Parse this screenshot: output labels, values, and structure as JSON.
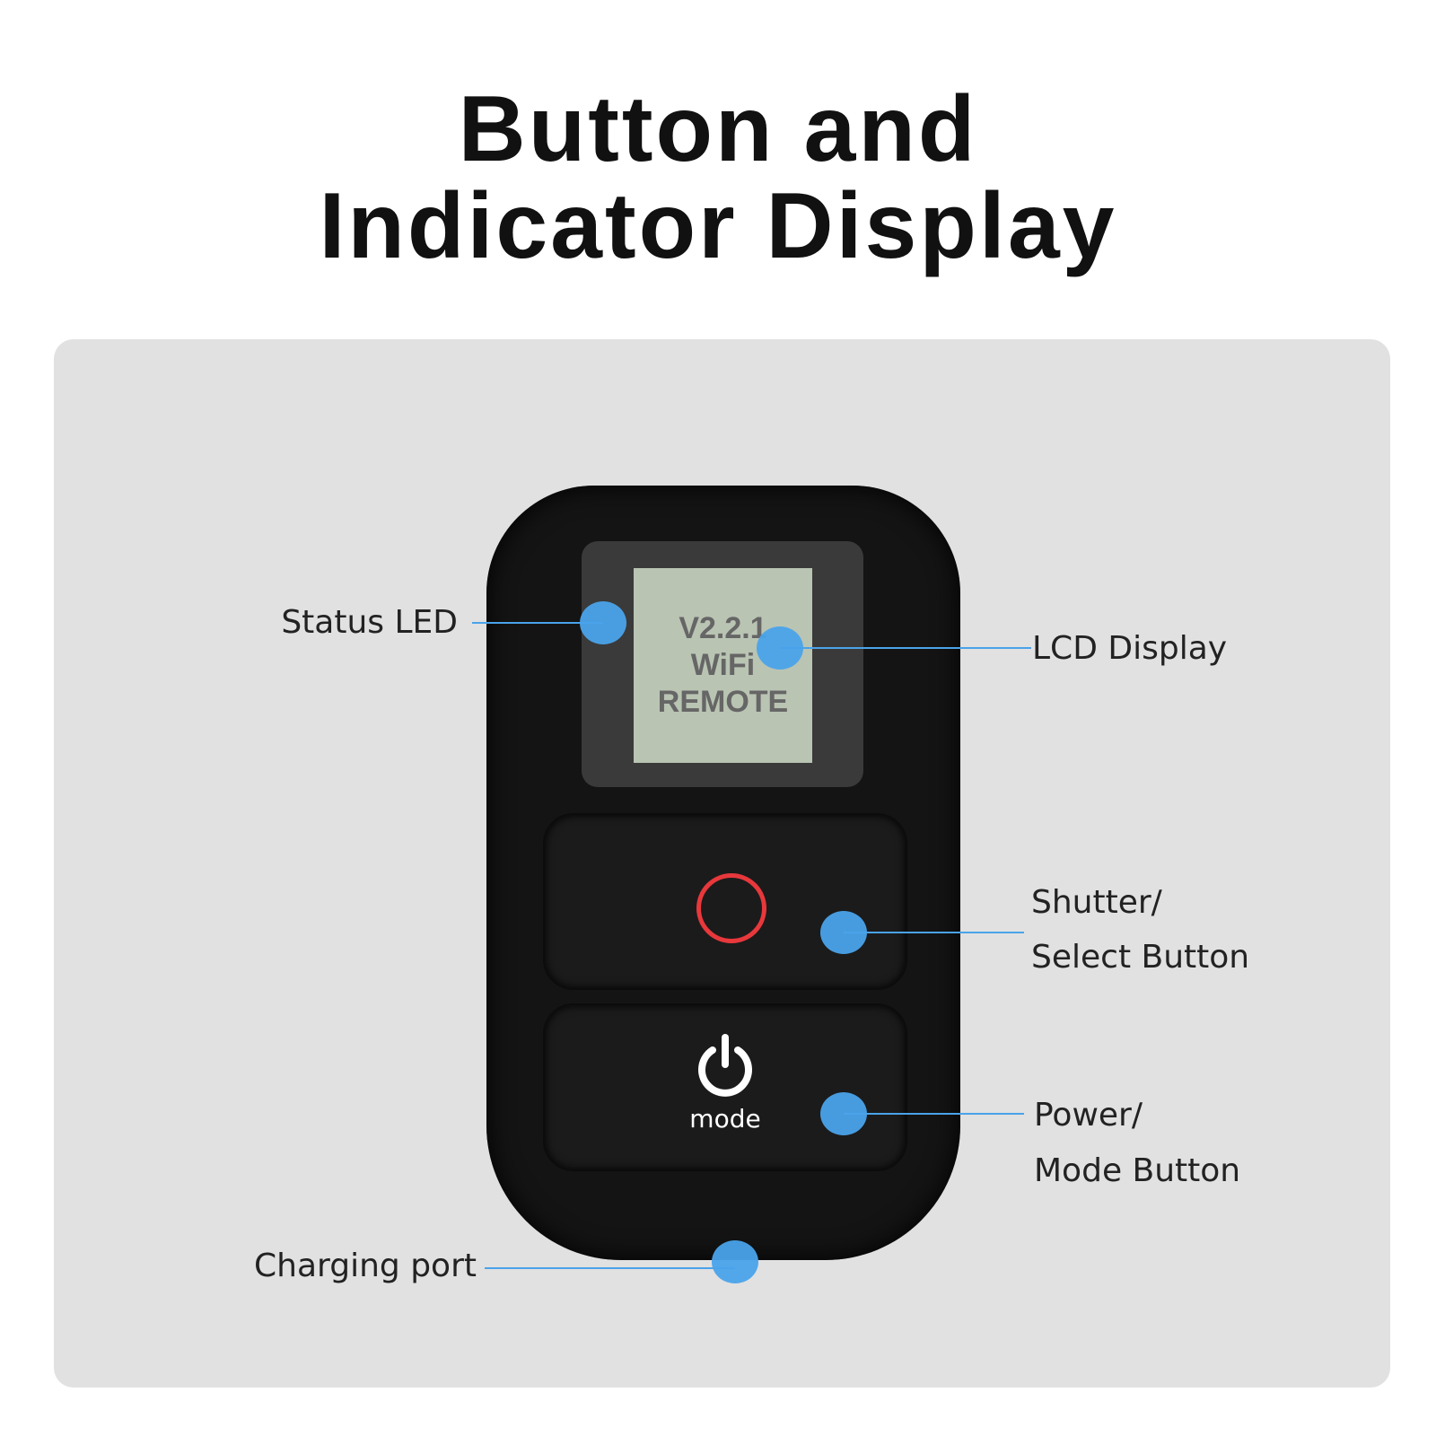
{
  "title": {
    "line1": "Button and",
    "line2": "Indicator Display"
  },
  "lcd": {
    "line1": "V2.2.1",
    "line2": "WiFi",
    "line3": "REMOTE"
  },
  "mode_label": "mode",
  "callouts": {
    "status_led": "Status LED",
    "lcd_display": "LCD Display",
    "shutter_line1": "Shutter/",
    "shutter_line2": "Select Button",
    "power_line1": "Power/",
    "power_line2": "Mode Button",
    "charging": "Charging port"
  },
  "colors": {
    "callout": "#4aa3ea",
    "shutter_ring": "#e8383c",
    "panel": "#e1e1e1"
  }
}
